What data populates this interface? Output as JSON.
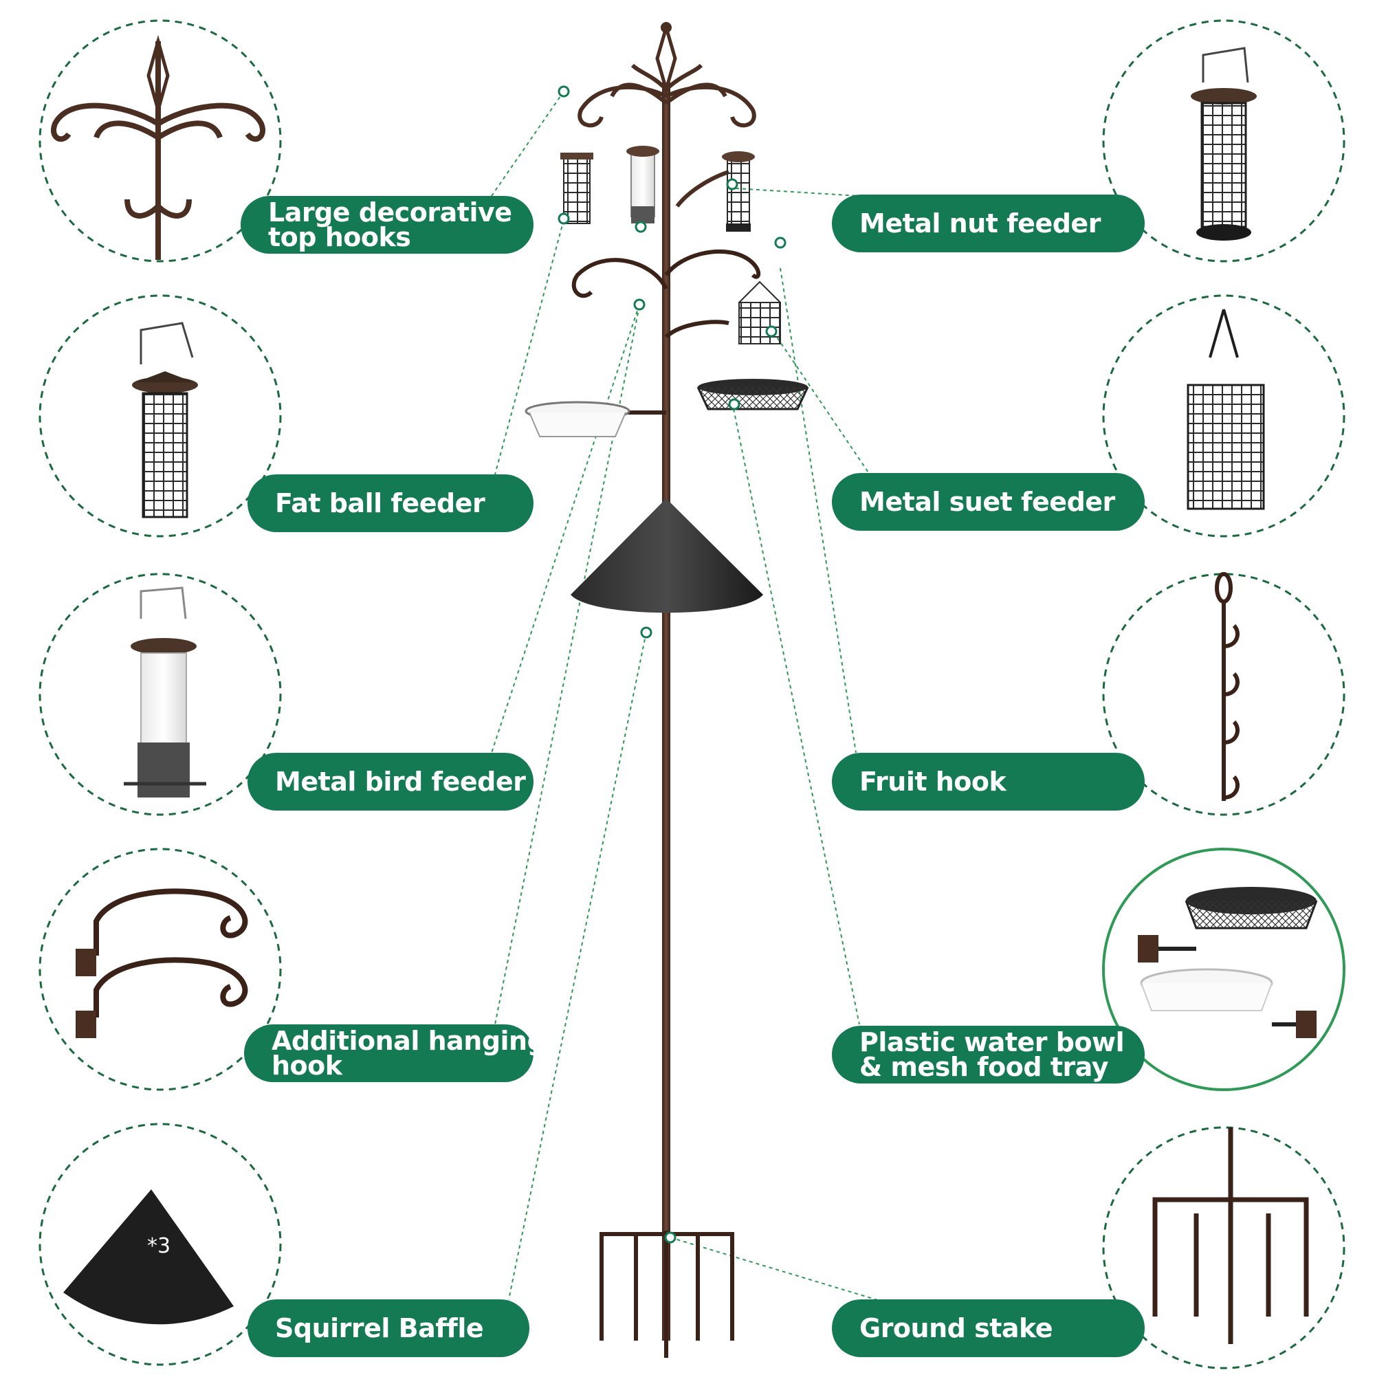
{
  "colors": {
    "label_green": "#137a53",
    "circle_dash": "#1b6a3f",
    "leader_dash": "#2f9a55",
    "pole_bronze": "#4a2e22",
    "baffle_black": "#1e1e1e"
  },
  "labels": {
    "top_hooks": [
      "Large decorative",
      "top hooks"
    ],
    "fat_ball": [
      "Fat ball feeder"
    ],
    "metal_bird": [
      "Metal bird feeder"
    ],
    "additional_hook": [
      "Additional hanging",
      "hook"
    ],
    "squirrel_baffle": [
      "Squirrel Baffle"
    ],
    "nut_feeder": [
      "Metal nut feeder"
    ],
    "suet_feeder": [
      "Metal suet feeder"
    ],
    "fruit_hook": [
      "Fruit hook"
    ],
    "bowl_tray": [
      "Plastic water bowl",
      "& mesh food tray"
    ],
    "ground_stake": [
      "Ground stake"
    ]
  },
  "baffle_count": "*3",
  "icons": {
    "top_hooks": "decorative-hooks-icon",
    "fat_ball": "fat-ball-feeder-icon",
    "metal_bird": "tube-bird-feeder-icon",
    "additional_hook": "hanging-hook-icon",
    "squirrel_baffle": "baffle-panel-icon",
    "nut_feeder": "nut-feeder-icon",
    "suet_feeder": "suet-cage-icon",
    "fruit_hook": "fruit-hook-icon",
    "bowl_tray": "bowl-tray-icon",
    "ground_stake": "ground-stake-icon"
  }
}
